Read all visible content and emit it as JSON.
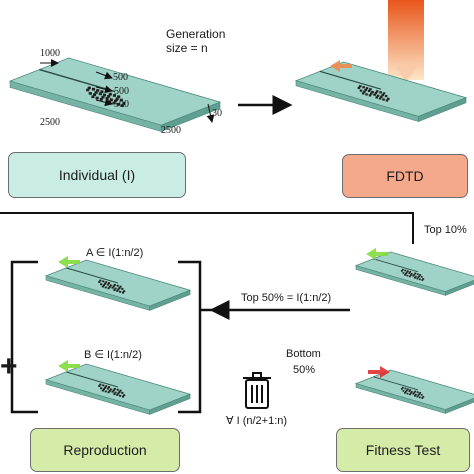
{
  "colors": {
    "slab_top": "#9fd3c7",
    "slab_side": "#5f9e90",
    "slab_front": "#76b3a5",
    "box_individual": "#c9ede5",
    "box_fdtd": "#f4a98a",
    "box_reproduction": "#d5eba8",
    "box_fitness": "#d5eba8",
    "beam_start": "#e8561c",
    "beam_end": "#fde6c8",
    "arrow_orange": "#f08a4b",
    "arrow_green": "#7fdc3a",
    "arrow_red": "#e03030"
  },
  "top": {
    "generation_line1": "Generation",
    "generation_line2": "size = n",
    "dims": {
      "d1000": "1000",
      "d500a": "500",
      "d500b": "500",
      "d500c": "500",
      "d30": "30",
      "d2500a": "2500",
      "d2500b": "2500"
    },
    "individual_label": "Individual (I)",
    "fdtd_label": "FDTD"
  },
  "bottom": {
    "top10": "Top 10%",
    "top50": "Top 50% = I(1:n/2)",
    "a_label": "A ∈ I(1:n/2)",
    "b_label": "B ∈ I(1:n/2)",
    "plus": "+",
    "bottom50_line1": "Bottom",
    "bottom50_line2": "50%",
    "forall": "∀ I (n/2+1:n)",
    "reproduction_label": "Reproduction",
    "fitness_label": "Fitness Test"
  }
}
